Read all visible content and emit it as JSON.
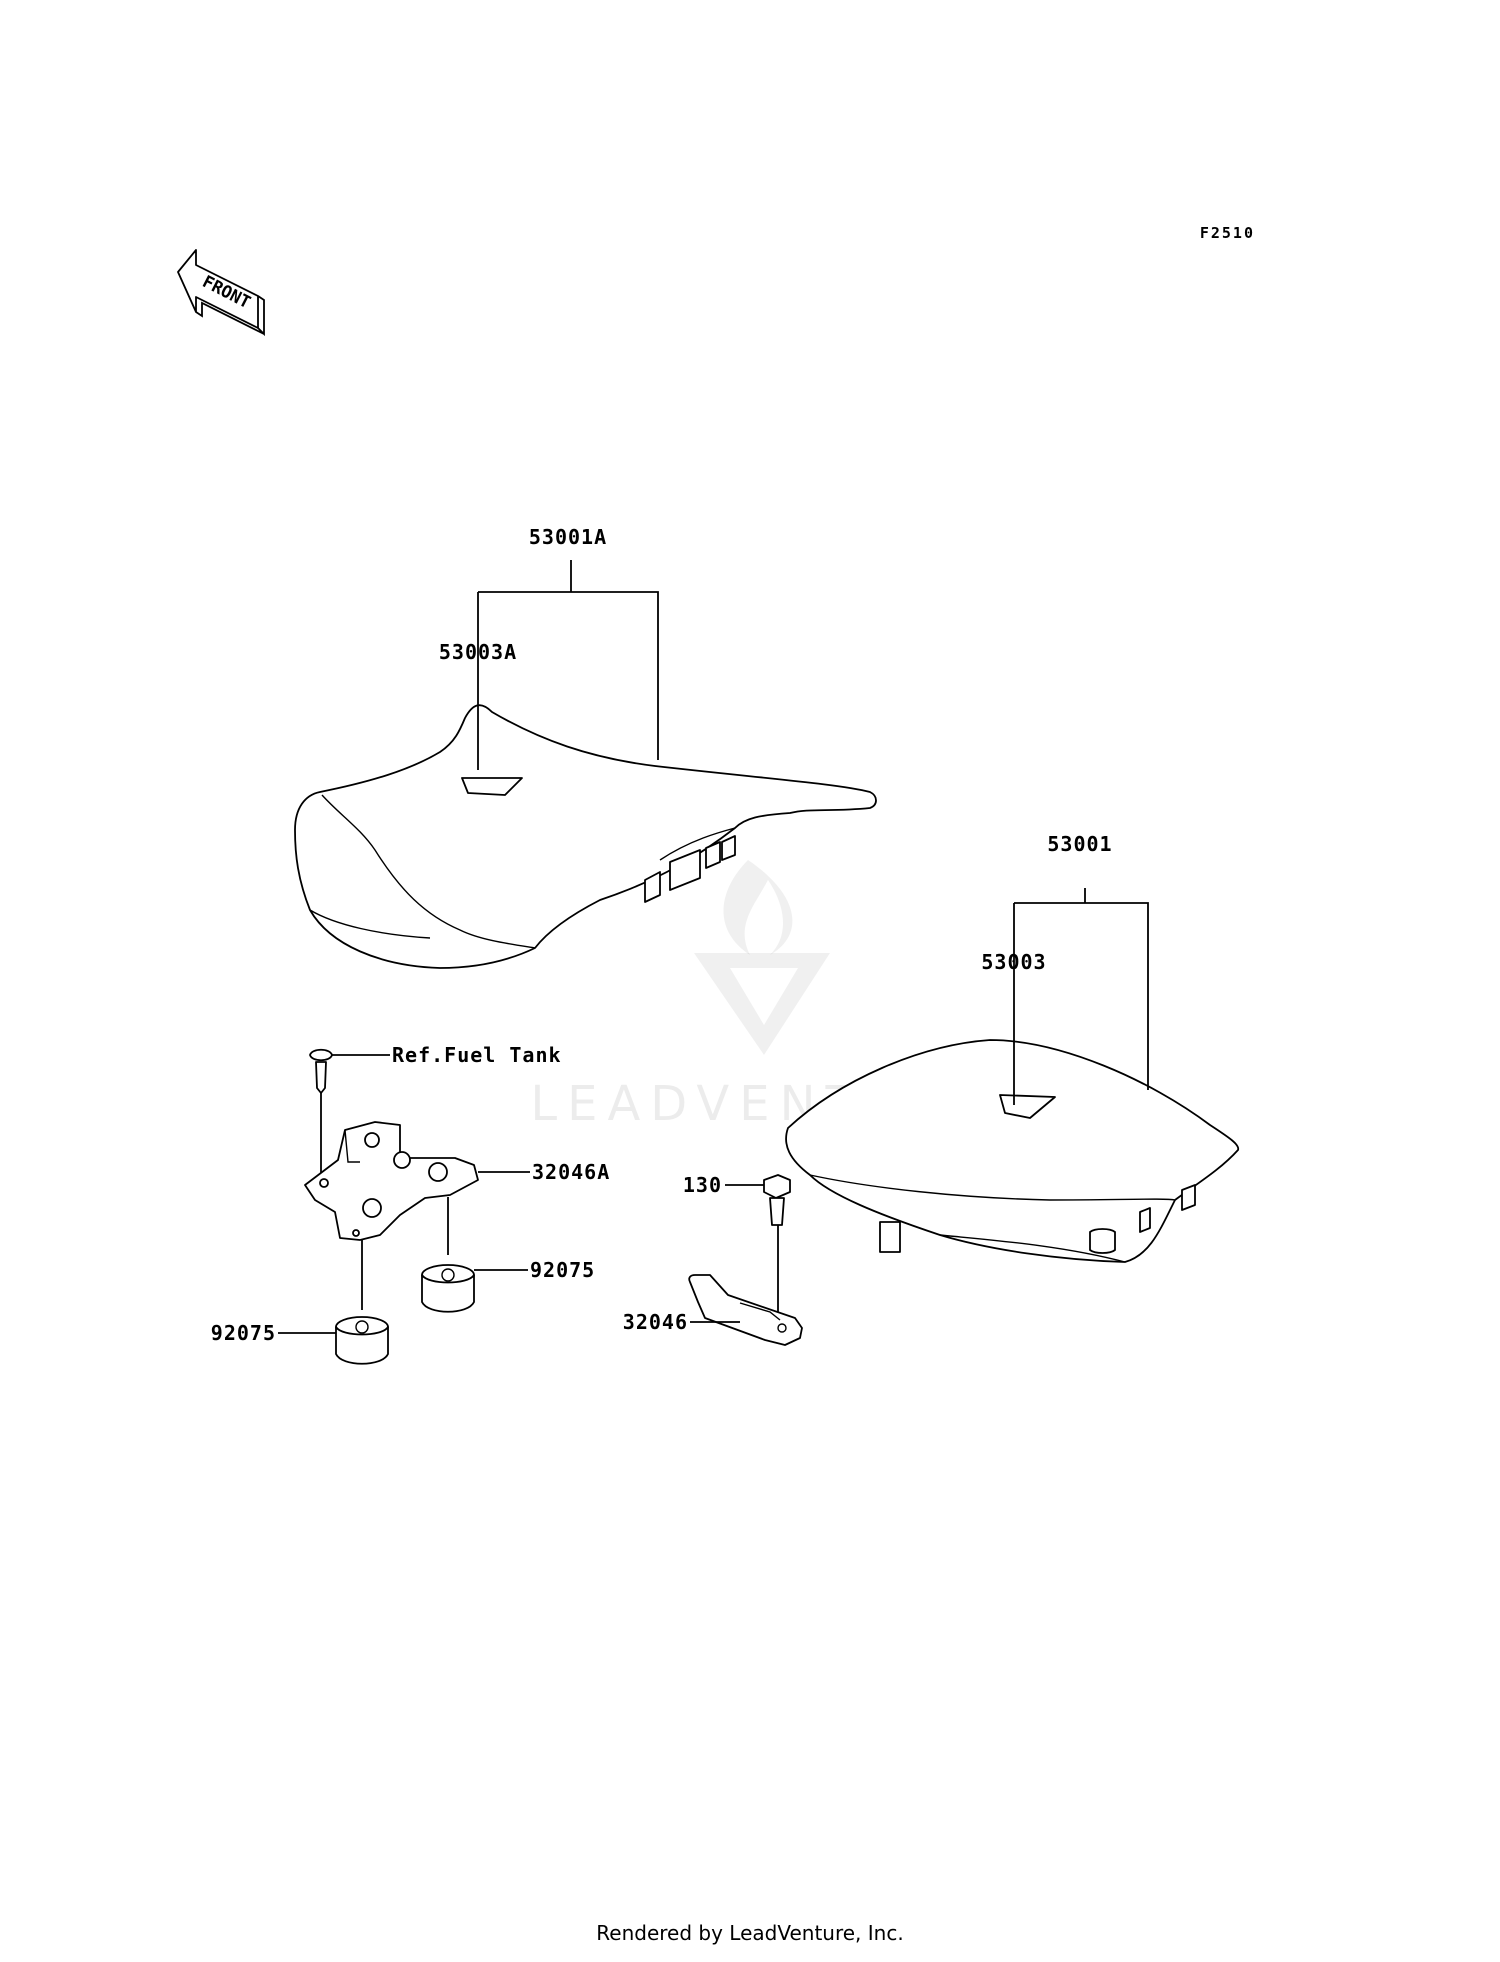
{
  "figure_code": "F2510",
  "front_arrow_text": "FRONT",
  "watermark_text": "LEADVENTURE",
  "labels": {
    "seat_front_assy": "53001A",
    "seat_front_cover": "53003A",
    "seat_rear_assy": "53001",
    "seat_rear_cover": "53003",
    "ref_fuel_tank": "Ref.Fuel Tank",
    "bracket_a": "32046A",
    "damper_right": "92075",
    "damper_left": "92075",
    "bolt": "130",
    "bracket": "32046"
  },
  "footer": "Rendered by LeadVenture, Inc."
}
